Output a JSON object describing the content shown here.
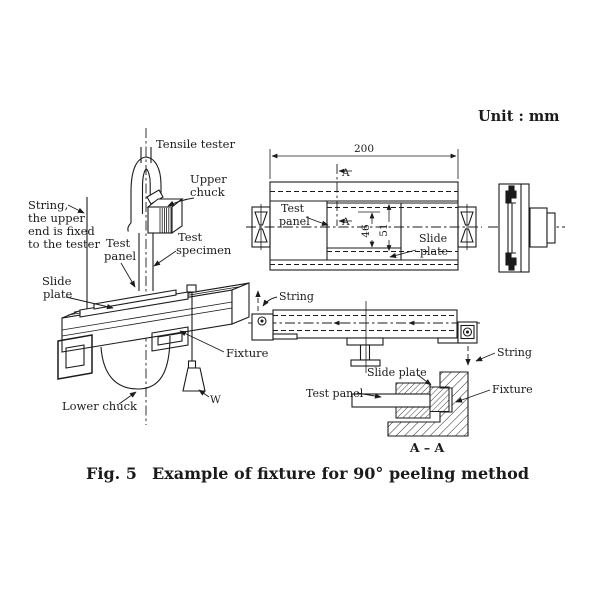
{
  "figure": {
    "unit_label": "Unit : mm",
    "caption_number": "Fig. 5",
    "caption_text": "Example of fixture for 90° peeling method",
    "ink_color": "#1b1b1b",
    "paper_color": "#ffffff"
  },
  "isometric_view": {
    "title": "Tensile tester",
    "upper_chuck_line1": "Upper",
    "upper_chuck_line2": "chuck",
    "string_note_line1": "String,",
    "string_note_line2": "the upper",
    "string_note_line3": "end is fixed",
    "string_note_line4": "to the tester",
    "test_panel_line1": "Test",
    "test_panel_line2": "panel",
    "test_specimen_line1": "Test",
    "test_specimen_line2": "specimen",
    "slide_plate_line1": "Slide",
    "slide_plate_line2": "plate",
    "fixture": "Fixture",
    "lower_chuck": "Lower chuck",
    "weight": "W"
  },
  "top_view": {
    "dim_length": "200",
    "dim_inner_width": "46",
    "dim_outer_width": "51",
    "section_mark_top": "A",
    "section_mark_bottom": "A",
    "test_panel_line1": "Test",
    "test_panel_line2": "panel",
    "slide_plate_line1": "Slide",
    "slide_plate_line2": "plate"
  },
  "side_view": {
    "string_left": "String",
    "string_right": "String"
  },
  "section_view": {
    "slide_plate": "Slide plate",
    "test_panel": "Test panel",
    "fixture": "Fixture",
    "title": "A – A"
  }
}
